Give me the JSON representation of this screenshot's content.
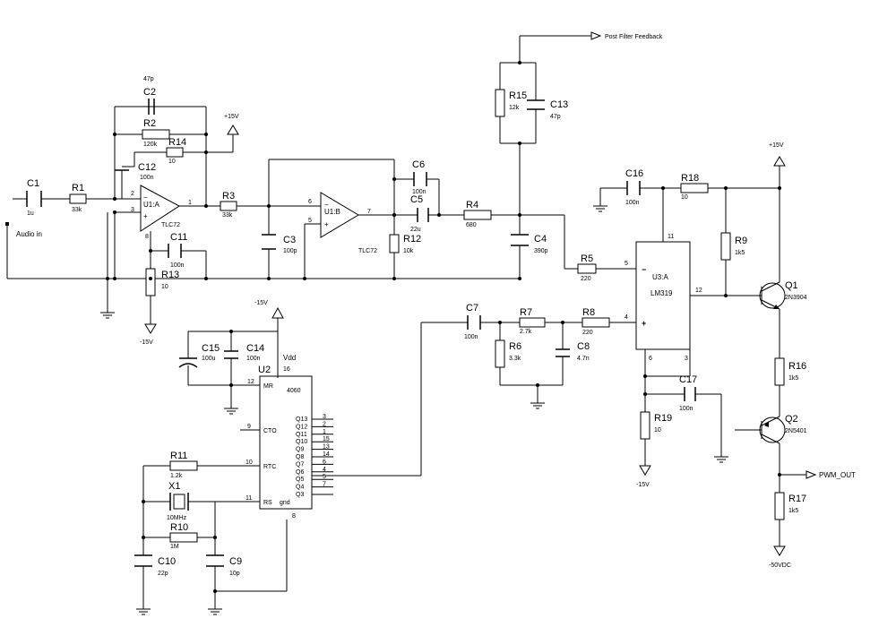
{
  "components": {
    "C1": {
      "ref": "C1",
      "value": "1u"
    },
    "R1": {
      "ref": "R1",
      "value": "33k"
    },
    "C2": {
      "ref": "C2",
      "value": "47p"
    },
    "R2": {
      "ref": "R2",
      "value": "120k"
    },
    "R14": {
      "ref": "R14",
      "value": "10"
    },
    "C12": {
      "ref": "C12",
      "value": "100n"
    },
    "U1A": {
      "ref": "U1:A",
      "part": "TLC72"
    },
    "C11": {
      "ref": "C11",
      "value": "100n"
    },
    "R13": {
      "ref": "R13",
      "value": "10"
    },
    "R3": {
      "ref": "R3",
      "value": "33k"
    },
    "C3": {
      "ref": "C3",
      "value": "100p"
    },
    "U1B": {
      "ref": "U1:B",
      "part": "TLC72"
    },
    "R12": {
      "ref": "R12",
      "value": "10k"
    },
    "C6": {
      "ref": "C6",
      "value": "100n"
    },
    "C5": {
      "ref": "C5",
      "value": "22u"
    },
    "R4": {
      "ref": "R4",
      "value": "680"
    },
    "C4": {
      "ref": "C4",
      "value": "390p"
    },
    "R15": {
      "ref": "R15",
      "value": "12k"
    },
    "C13": {
      "ref": "C13",
      "value": "47p"
    },
    "C16": {
      "ref": "C16",
      "value": "100n"
    },
    "R18": {
      "ref": "R18",
      "value": "10"
    },
    "R9": {
      "ref": "R9",
      "value": "1k5"
    },
    "U3A": {
      "ref": "U3:A",
      "part": "LM319"
    },
    "R5": {
      "ref": "R5",
      "value": "220"
    },
    "R8": {
      "ref": "R8",
      "value": "220"
    },
    "C7": {
      "ref": "C7",
      "value": "100n"
    },
    "R7": {
      "ref": "R7",
      "value": "2.7k"
    },
    "R6": {
      "ref": "R6",
      "value": "3.3k"
    },
    "C8": {
      "ref": "C8",
      "value": "4.7n"
    },
    "Q1": {
      "ref": "Q1",
      "part": "2N3904"
    },
    "Q2": {
      "ref": "Q2",
      "part": "2N5401"
    },
    "R16": {
      "ref": "R16",
      "value": "1k5"
    },
    "R17": {
      "ref": "R17",
      "value": "1k5"
    },
    "R19": {
      "ref": "R19",
      "value": "10"
    },
    "C17": {
      "ref": "C17",
      "value": "100n"
    },
    "C15": {
      "ref": "C15",
      "value": "100u"
    },
    "C14": {
      "ref": "C14",
      "value": "100n"
    },
    "U2": {
      "ref": "U2",
      "part": "4060"
    },
    "R11": {
      "ref": "R11",
      "value": "1.2k"
    },
    "X1": {
      "ref": "X1",
      "value": "10MHz"
    },
    "R10": {
      "ref": "R10",
      "value": "1M"
    },
    "C10": {
      "ref": "C10",
      "value": "22p"
    },
    "C9": {
      "ref": "C9",
      "value": "10p"
    }
  },
  "rails": {
    "p15_u1": "+15V",
    "m15_u1": "-15V",
    "m15_u2": "-15V",
    "m15_comp": "-15V",
    "p15_comp": "+15V",
    "neg_vdc": "-50VDC"
  },
  "labels": {
    "audio_in": "Audio in",
    "post_filter": "Post Filter Feedback",
    "pwm_out": "PWM_OUT",
    "vdd": "Vdd",
    "gnd": "gnd"
  },
  "u2_pins": {
    "mr": "MR",
    "cto": "CTO",
    "rtc": "RTC",
    "rs": "RS",
    "outputs": [
      "Q13",
      "Q12",
      "Q11",
      "Q10",
      "Q9",
      "Q8",
      "Q7",
      "Q6",
      "Q5",
      "Q4",
      "Q3"
    ],
    "output_pins": [
      "3",
      "2",
      "1",
      "15",
      "13",
      "14",
      "6",
      "4",
      "5",
      "7"
    ]
  },
  "pins": {
    "u1a_inv": "2",
    "u1a_noninv": "3",
    "u1a_out": "1",
    "u1a_v": "8",
    "u1b_inv": "6",
    "u1b_noninv": "5",
    "u1b_out": "7",
    "u3_inv": "5",
    "u3_noninv": "4",
    "u3_out": "12",
    "u3_v11": "11",
    "u3_v6": "6",
    "u3_v3": "3",
    "u2_mr": "12",
    "u2_cto": "9",
    "u2_rtc": "10",
    "u2_rs": "11",
    "u2_vdd": "16",
    "u2_gnd": "8"
  }
}
